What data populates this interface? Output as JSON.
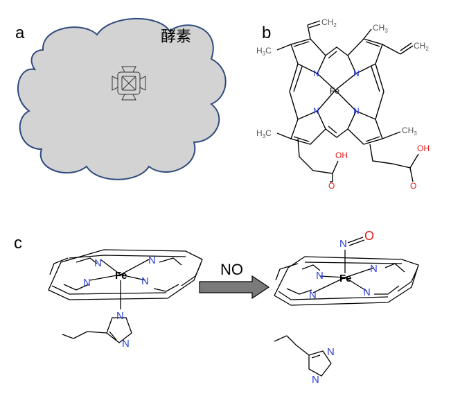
{
  "panels": {
    "a": {
      "label": "a",
      "enzyme_label": "酵素",
      "colors": {
        "cloud_fill": "#d3d3d3",
        "cloud_stroke": "#2f4a7c"
      }
    },
    "b": {
      "label": "b",
      "atoms": {
        "fe": "Fe",
        "n": "N",
        "vinyl": "CH",
        "vinyl_sub": "2",
        "methyl_right": "CH",
        "methyl_sub": "3",
        "methyl_left_h": "H",
        "methyl_left_sub": "3",
        "methyl_left_c": "C",
        "oh": "OH",
        "o": "O"
      }
    },
    "c": {
      "label": "c",
      "reaction_label": "NO",
      "atoms": {
        "fe": "Fe",
        "n": "N",
        "o": "O"
      }
    }
  },
  "colors": {
    "nitrogen": "#2f3fd6",
    "oxygen": "#e01b1b",
    "bond": "#000000",
    "arrow_fill": "#7a7a7a"
  }
}
